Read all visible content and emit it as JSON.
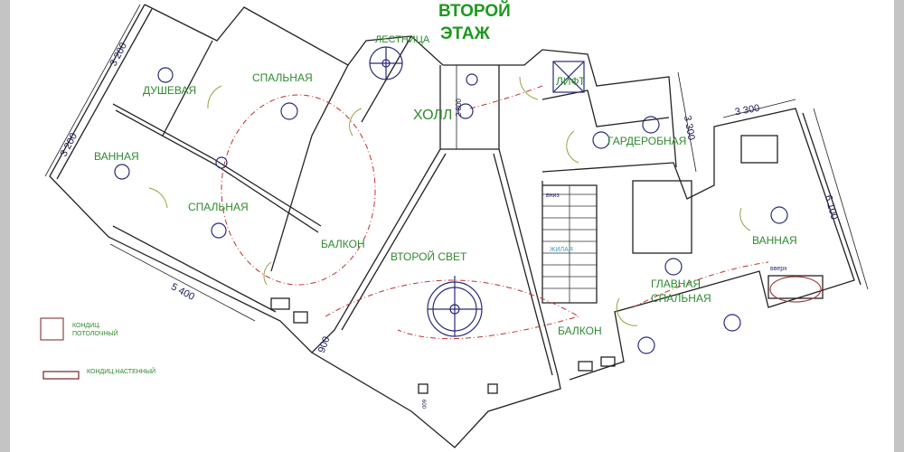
{
  "title": {
    "line1": "ВТОРОЙ",
    "line2": "ЭТАЖ"
  },
  "rooms": {
    "stairs": "ЛЕСТНИЦА",
    "bedroom_top": "СПАЛЬНАЯ",
    "shower": "ДУШЕВАЯ",
    "bathroom_left": "ВАННАЯ",
    "bedroom_left": "СПАЛЬНАЯ",
    "hall": "ХОЛЛ",
    "lift": "ЛИФТ",
    "wardrobe": "ГАРДЕРОБНАЯ",
    "bathroom_right": "ВАННАЯ",
    "balcony_left": "БАЛКОН",
    "second_light": "ВТОРОЙ СВЕТ",
    "master_bedroom_1": "ГЛАВНАЯ",
    "master_bedroom_2": "СПАЛЬНАЯ",
    "balcony_right": "БАЛКОН",
    "living": "ЖИЛАЯ",
    "down": "вниз",
    "up": "вверх"
  },
  "dimensions": {
    "d1": "3 200",
    "d2": "3 200",
    "d3": "5 400",
    "d4": "900",
    "d5": "2 800",
    "d6": "3 300",
    "d7": "3 300",
    "d8": "6 100",
    "d9": "600"
  },
  "legend": {
    "ceiling_ac_1": "КОНДИЦ.",
    "ceiling_ac_2": "ПОТОЛОЧНЫЙ",
    "wall_ac": "КОНДИЦ.НАСТЕННЫЙ"
  },
  "colors": {
    "label": "#2e8a2e",
    "wall": "#1a1a1a",
    "wiring": "#c03030",
    "fixture": "#2a2a7a",
    "door": "#9aa040"
  }
}
